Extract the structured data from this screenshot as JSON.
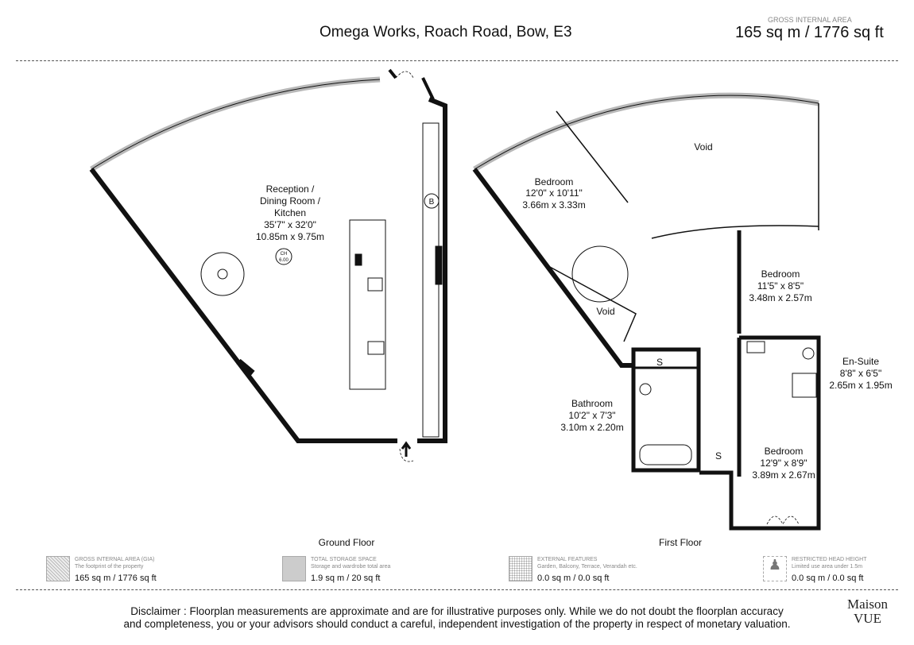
{
  "header": {
    "address": "Omega Works, Roach Road, Bow, E3",
    "gia_label": "GROSS INTERNAL AREA",
    "gia_value": "165 sq m / 1776 sq ft"
  },
  "ground_floor": {
    "label": "Ground Floor",
    "rooms": [
      {
        "name": "Reception /",
        "name2": "Dining Room /",
        "name3": "Kitchen",
        "imperial": "35'7\" x 32'0\"",
        "metric": "10.85m x 9.75m"
      }
    ],
    "boiler": "B",
    "ch": "CH",
    "ch_value": "6.00"
  },
  "first_floor": {
    "label": "First Floor",
    "rooms": [
      {
        "name": "Bedroom",
        "imperial": "12'0\" x 10'11\"",
        "metric": "3.66m x 3.33m"
      },
      {
        "name": "Bedroom",
        "imperial": "11'5\" x 8'5\"",
        "metric": "3.48m x 2.57m"
      },
      {
        "name": "En-Suite",
        "imperial": "8'8\" x 6'5\"",
        "metric": "2.65m x 1.95m"
      },
      {
        "name": "Bathroom",
        "imperial": "10'2\" x 7'3\"",
        "metric": "3.10m x 2.20m"
      },
      {
        "name": "Bedroom",
        "imperial": "12'9\" x 8'9\"",
        "metric": "3.89m x 2.67m"
      }
    ],
    "void1": "Void",
    "void2": "Void",
    "storage": "S"
  },
  "legend": [
    {
      "title": "GROSS INTERNAL AREA (GIA)",
      "desc": "The footprint of the property",
      "value": "165 sq m / 1776 sq ft"
    },
    {
      "title": "TOTAL STORAGE SPACE",
      "desc": "Storage and wardrobe total area",
      "value": "1.9 sq m / 20 sq ft"
    },
    {
      "title": "EXTERNAL FEATURES",
      "desc": "Garden, Balcony, Terrace, Verandah etc.",
      "value": "0.0 sq m / 0.0 sq ft"
    },
    {
      "title": "RESTRICTED HEAD HEIGHT",
      "desc": "Limited use area under 1.5m",
      "value": "0.0 sq m / 0.0 sq ft"
    }
  ],
  "disclaimer": {
    "line1": "Disclaimer : Floorplan measurements are approximate and are for illustrative purposes only. While we do not doubt the floorplan accuracy",
    "line2": "and completeness, you or your advisors should conduct a careful, independent investigation of the property in respect of monetary valuation."
  },
  "logo": {
    "line1": "Maison",
    "line2": "VUE"
  }
}
